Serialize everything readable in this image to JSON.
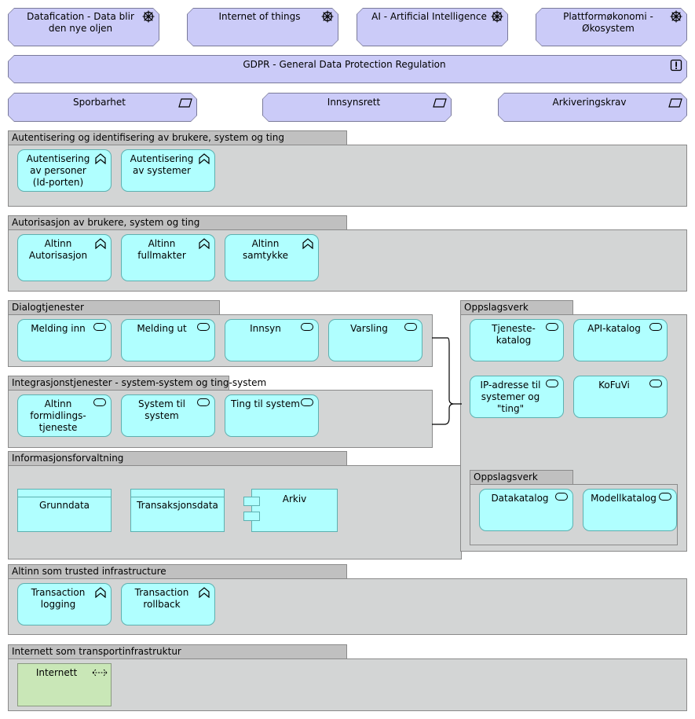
{
  "drivers": [
    {
      "label": "Datafication - Data blir den nye oljen",
      "icon": "driver-wheel-icon"
    },
    {
      "label": "Internet of things",
      "icon": "driver-wheel-icon"
    },
    {
      "label": "AI - Artificial Intelligence",
      "icon": "driver-wheel-icon"
    },
    {
      "label": "Plattformøkonomi - Økosystem",
      "icon": "driver-wheel-icon"
    }
  ],
  "principle": {
    "label": "GDPR - General Data Protection Regulation",
    "icon": "principle-exclamation-icon"
  },
  "requirements": [
    {
      "label": "Sporbarhet",
      "icon": "requirement-parallelogram-icon"
    },
    {
      "label": "Innsynsrett",
      "icon": "requirement-parallelogram-icon"
    },
    {
      "label": "Arkiveringskrav",
      "icon": "requirement-parallelogram-icon"
    }
  ],
  "groups": {
    "auth": {
      "title": "Autentisering og identifisering av brukere, system og ting",
      "items": [
        "Autentisering av personer (Id-porten)",
        "Autentisering av systemer"
      ]
    },
    "authz": {
      "title": "Autorisasjon av brukere, system og ting",
      "items": [
        "Altinn Autorisasjon",
        "Altinn fullmakter",
        "Altinn samtykke"
      ]
    },
    "dialog": {
      "title": "Dialogtjenester",
      "items": [
        "Melding inn",
        "Melding ut",
        "Innsyn",
        "Varsling"
      ]
    },
    "integration": {
      "title": "Integrasjonstjenester - system-system og ting-system",
      "items": [
        "Altinn formidlings-tjeneste",
        "System til system",
        "Ting til system"
      ]
    },
    "info": {
      "title": "Informasjonsforvaltning",
      "objects": [
        "Grunndata",
        "Transaksjonsdata"
      ],
      "component": "Arkiv"
    },
    "lookup": {
      "title": "Oppslagsverk",
      "items": [
        "Tjeneste-katalog",
        "API-katalog",
        "IP-adresse til systemer og \"ting\"",
        "KoFuVi"
      ],
      "inner_title": "Oppslagsverk",
      "inner_items": [
        "Datakatalog",
        "Modellkatalog"
      ]
    },
    "trusted": {
      "title": "Altinn som trusted infrastructure",
      "items": [
        "Transaction logging",
        "Transaction rollback"
      ]
    },
    "internet": {
      "title": "Internett som transportinfrastruktur",
      "node": "Internett"
    }
  },
  "colors": {
    "motivation": "#cbcbf8",
    "application": "#b0ffff",
    "technology": "#c9e7b7",
    "group_body": "#d3d5d5",
    "group_tab": "#c0c0c0"
  }
}
